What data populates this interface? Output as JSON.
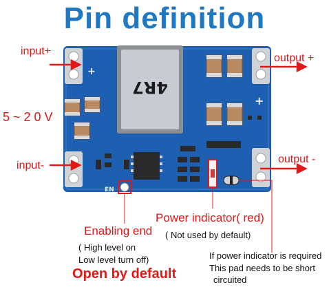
{
  "title": "Pin definition",
  "labels": {
    "input_plus": "input+",
    "input_minus": "input-",
    "voltage": "5 ~ 2 0 V",
    "output_plus": "output +",
    "output_minus": "output -",
    "enabling_end": "Enabling end",
    "high_level": "( High level on",
    "low_level": "Low level turn off)",
    "open_default": "Open by default",
    "power_indicator": "Power indicator( red)",
    "not_used": "( Not used by default)",
    "pad_line1": "If power indicator is required",
    "pad_line2": "This pad needs to be short",
    "pad_line3": "circuited"
  },
  "board": {
    "inductor_marking": "4R7",
    "en_silk": "EN",
    "plus_silk": "+",
    "minus_silk": "-"
  },
  "colors": {
    "title": "#1f78c1",
    "label_red": "#e01818",
    "arrow_red": "#e01818",
    "pcb_blue": "#1d5fb0"
  }
}
